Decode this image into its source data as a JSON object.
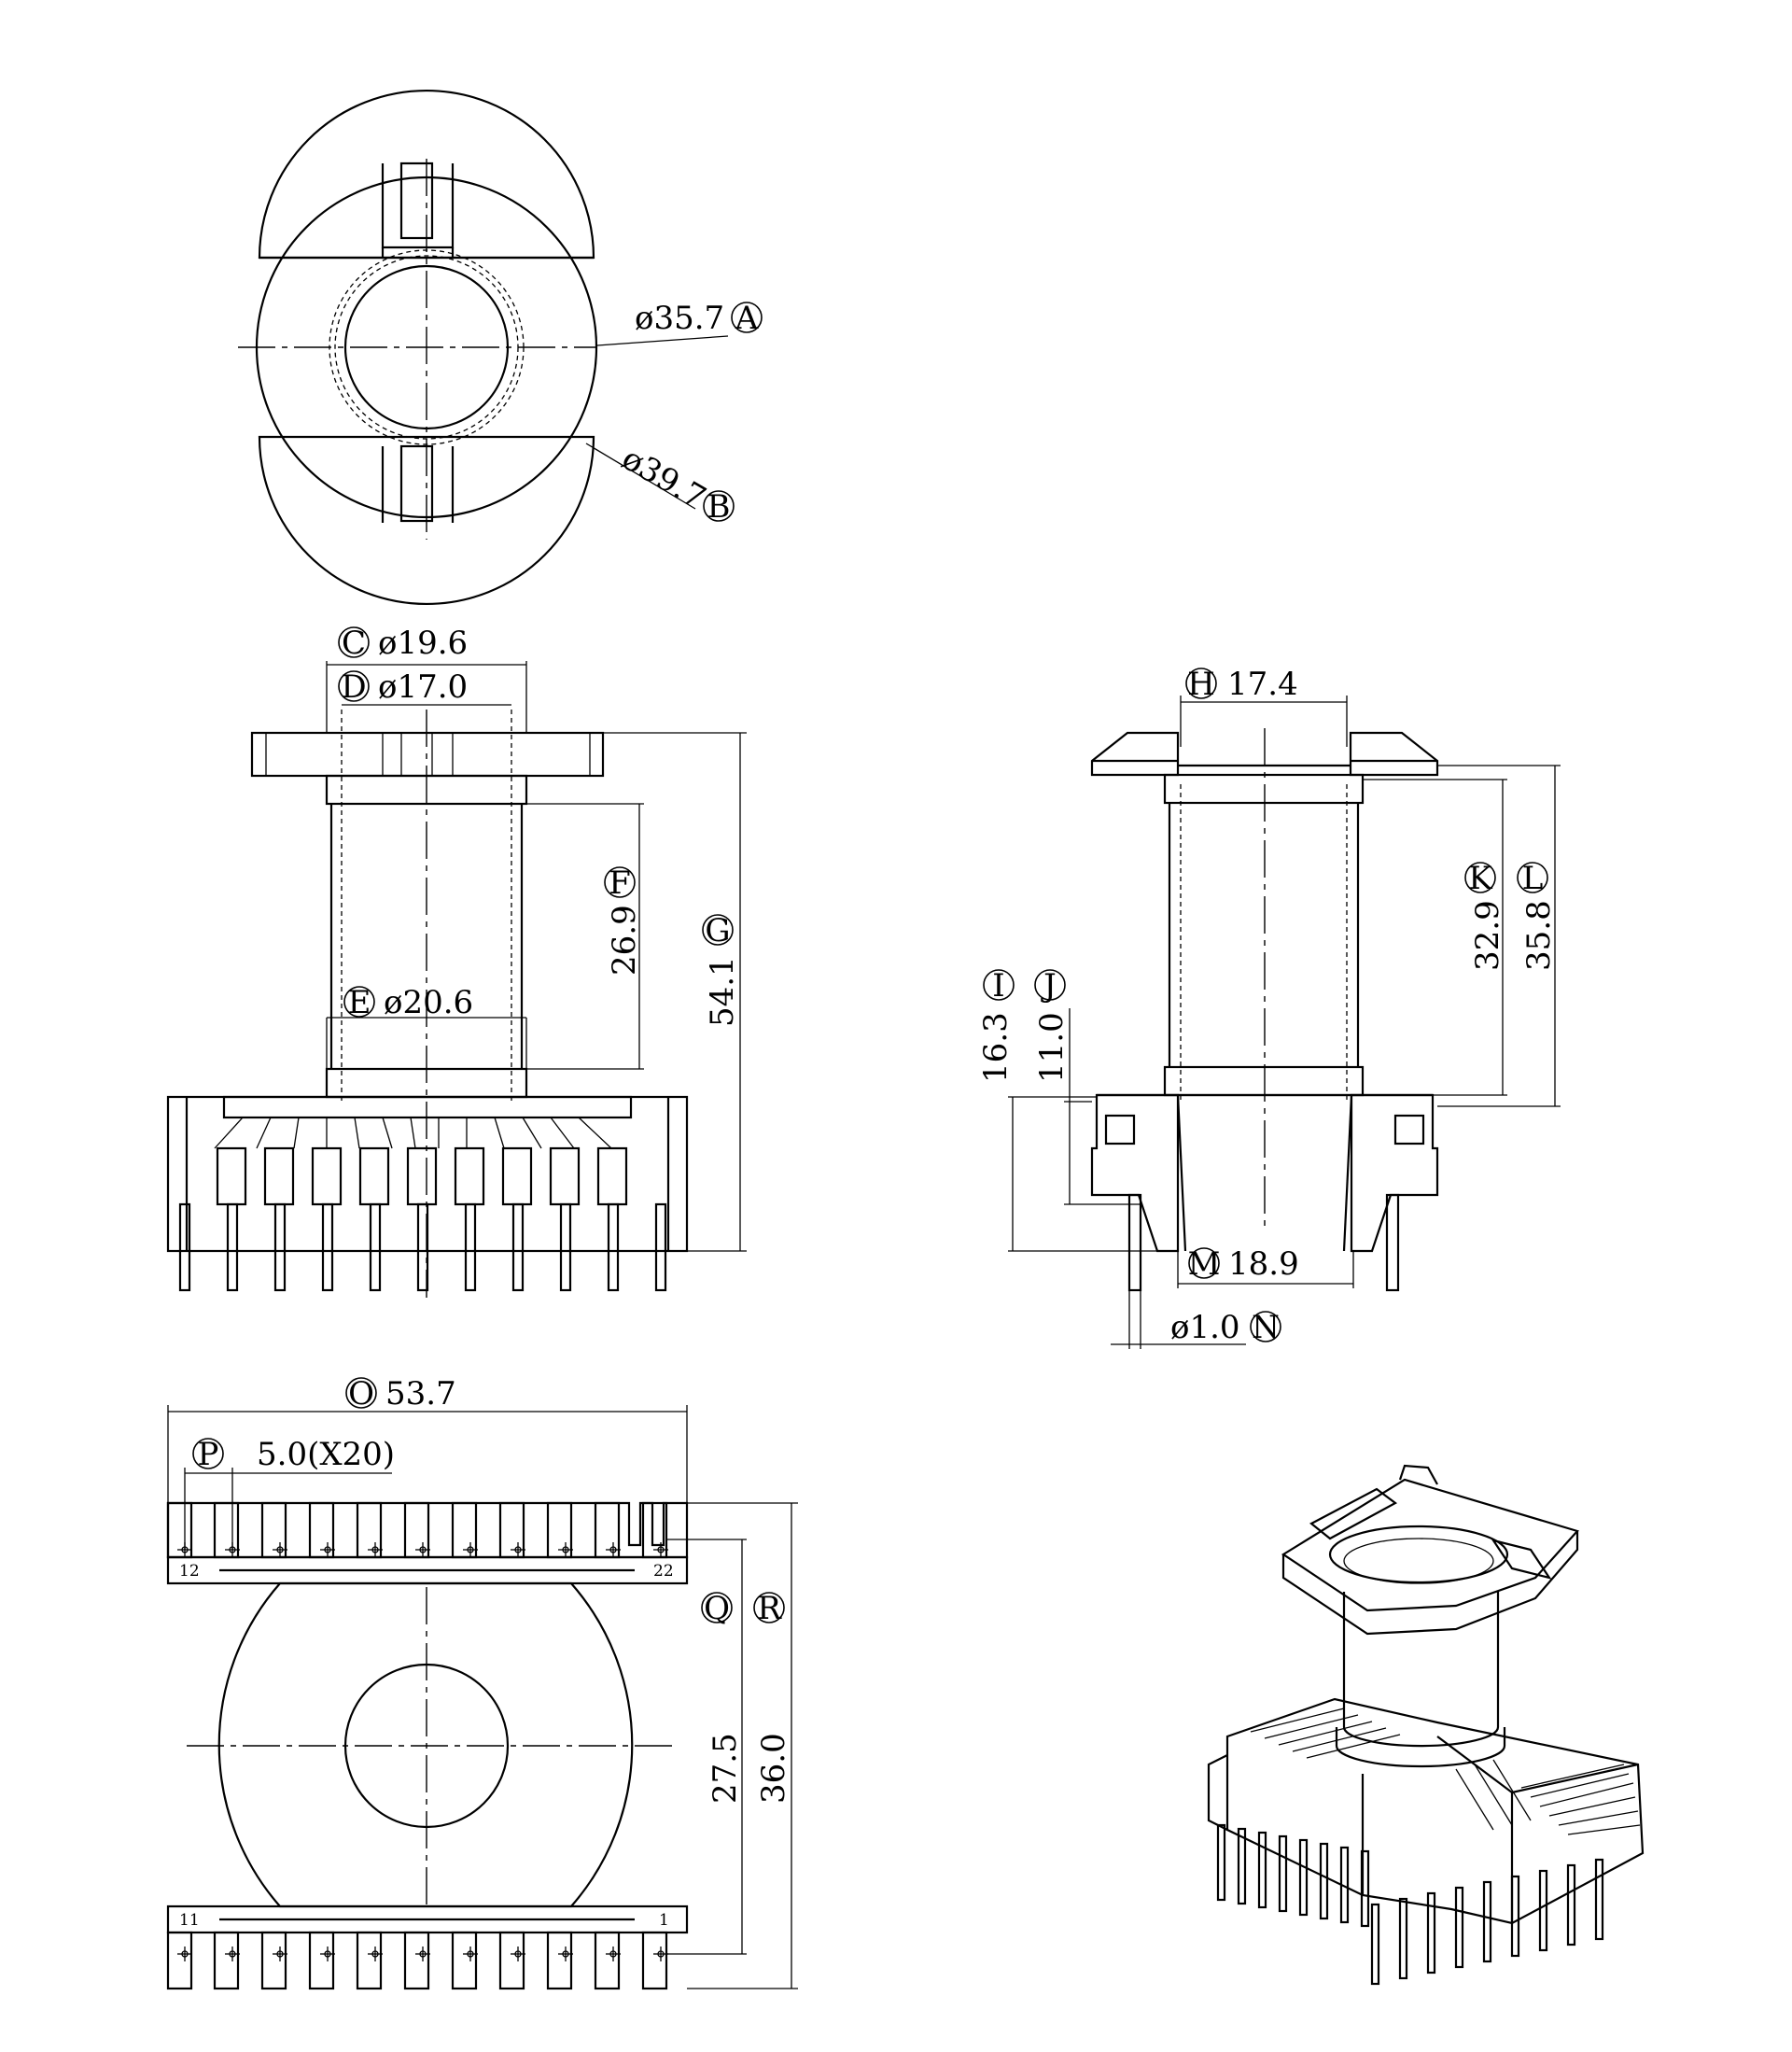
{
  "labels": {
    "A": {
      "letter": "A",
      "value": "ø35.7"
    },
    "B": {
      "letter": "B",
      "value": "ø39.7"
    },
    "C": {
      "letter": "C",
      "value": "ø19.6"
    },
    "D": {
      "letter": "D",
      "value": "ø17.0"
    },
    "E": {
      "letter": "E",
      "value": "ø20.6"
    },
    "F": {
      "letter": "F",
      "value": "26.9"
    },
    "G": {
      "letter": "G",
      "value": "54.1"
    },
    "H": {
      "letter": "H",
      "value": "17.4"
    },
    "I": {
      "letter": "I",
      "value": "16.3"
    },
    "J": {
      "letter": "J",
      "value": "11.0"
    },
    "K": {
      "letter": "K",
      "value": "32.9"
    },
    "L": {
      "letter": "L",
      "value": "35.8"
    },
    "M": {
      "letter": "M",
      "value": "18.9"
    },
    "N": {
      "letter": "N",
      "value": "ø1.0"
    },
    "O": {
      "letter": "O",
      "value": "53.7"
    },
    "P": {
      "letter": "P",
      "value": "5.0(X20)"
    },
    "Q": {
      "letter": "Q",
      "value": "27.5"
    },
    "R": {
      "letter": "R",
      "value": "36.0"
    }
  },
  "pin_numbers": {
    "top_left": "12",
    "top_right": "22",
    "bottom_left": "11",
    "bottom_right": "1"
  }
}
